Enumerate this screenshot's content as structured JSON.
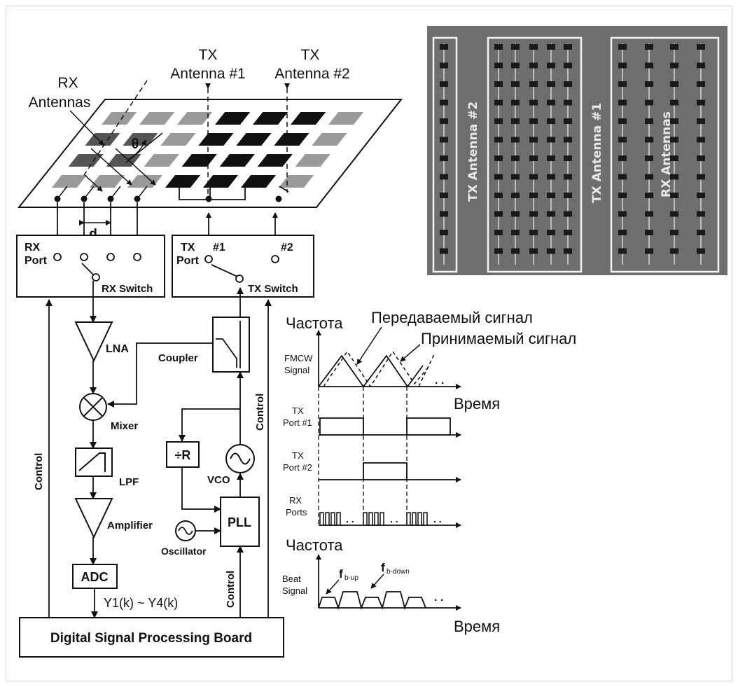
{
  "labels": {
    "rx_antennas_1": "RX",
    "rx_antennas_2": "Antennas",
    "tx_antenna1_1": "TX",
    "tx_antenna1_2": "Antenna #1",
    "tx_antenna2_1": "TX",
    "tx_antenna2_2": "Antenna #2",
    "theta": "θ",
    "d": "d",
    "rx_port_1": "RX",
    "rx_port_2": "Port",
    "rx_switch": "RX Switch",
    "tx_port_1": "TX",
    "tx_port_2": "Port",
    "tx_port_n1": "#1",
    "tx_port_n2": "#2",
    "tx_switch": "TX Switch",
    "lna": "LNA",
    "coupler": "Coupler",
    "mixer": "Mixer",
    "lpf": "LPF",
    "divider": "÷R",
    "vco": "VCO",
    "amplifier": "Amplifier",
    "pll": "PLL",
    "oscillator": "Oscillator",
    "adc": "ADC",
    "adc_output": "Y1(k) ~ Y4(k)",
    "control_left": "Control",
    "control_right": "Control",
    "control_bottom": "Control",
    "dsp_board": "Digital Signal Processing Board"
  },
  "photo": {
    "tx2_label": "TX Antenna #2",
    "tx1_label": "TX Antenna #1",
    "rx_label": "RX Antennas"
  },
  "timing": {
    "freq_label_1": "Частота",
    "transmitted": "Передаваемый сигнал",
    "received": "Принимаемый сигнал",
    "fmcw_1": "FMCW",
    "fmcw_2": "Signal",
    "time_label_1": "Время",
    "tx_port1_1": "TX",
    "tx_port1_2": "Port #1",
    "tx_port2_1": "TX",
    "tx_port2_2": "Port #2",
    "rx_ports_1": "RX",
    "rx_ports_2": "Ports",
    "freq_label_2": "Частота",
    "beat_1": "Beat",
    "beat_2": "Signal",
    "fb_up": "f",
    "fb_up_sub": "b-up",
    "fb_down": "f",
    "fb_down_sub": "b-down",
    "time_label_2": "Время",
    "ellipsis": ". ."
  },
  "colors": {
    "photo_bg": "#6e6e6e",
    "photo_frame": "#f2f2f2",
    "patch_dark": "#111111",
    "patch_mid": "#555555",
    "patch_light": "#9a9a9a"
  }
}
